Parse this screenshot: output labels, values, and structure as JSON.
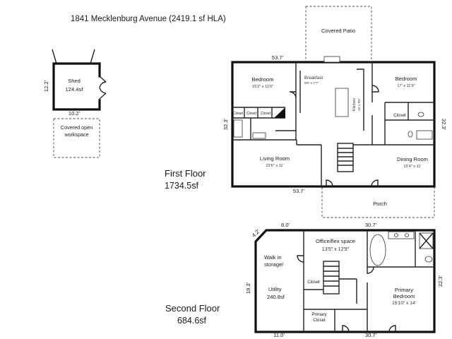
{
  "title": "1841 Mecklenburg Avenue (2419.1 sf HLA)",
  "shed": {
    "label": "Shed",
    "area": "124.4sf",
    "height_dim": "12.2'",
    "width_dim": "10.2'",
    "workspace": "Covered open workspace"
  },
  "first_floor": {
    "label": "First Floor",
    "area": "1734.5sf",
    "top_dim": "53.7'",
    "bottom_dim": "53.7'",
    "left_dim": "32.3'",
    "right_dim": "32.3'",
    "rooms": {
      "covered_patio": "Covered Patio",
      "bedroom_left": "Bedroom",
      "bedroom_left_dim": "15'2\" x 11'6\"",
      "breakfast": "Breakfast",
      "breakfast_dim": "9'6\" x 7'7\"",
      "kitchen": "Kitchen",
      "kitchen_dim": "16' x 9'5\"",
      "bedroom_right": "Bedroom",
      "bedroom_right_dim": "17' x 11'9\"",
      "closet_1": "Closet",
      "closet_2": "Closet",
      "closet_3": "Closet",
      "closet_right": "Closet",
      "living_room": "Living Room",
      "living_room_dim": "22'6\" x 11'",
      "dining_room": "Dining Room",
      "dining_room_dim": "13'4\" x 11'",
      "porch": "Porch"
    }
  },
  "second_floor": {
    "label": "Second Floor",
    "area": "684.6sf",
    "dim_top_left": "8.0'",
    "dim_top_right": "30.7'",
    "dim_diag": "4.2'",
    "dim_left": "19.3'",
    "dim_right": "22.3'",
    "dim_bottom_left": "11.0'",
    "dim_bottom_right": "30.7'",
    "rooms": {
      "office": "Office/flex space",
      "office_dim": "13'5\" x 12'9\"",
      "walk_in_1": "Walk in",
      "walk_in_2": "storage/",
      "utility": "Utility",
      "utility_area": "240.8sf",
      "closet": "Closet",
      "primary_closet_1": "Primary",
      "primary_closet_2": "Closet",
      "primary_bedroom_1": "Primary",
      "primary_bedroom_2": "Bedroom",
      "primary_bedroom_dim": "15'10\" x 14'"
    }
  }
}
